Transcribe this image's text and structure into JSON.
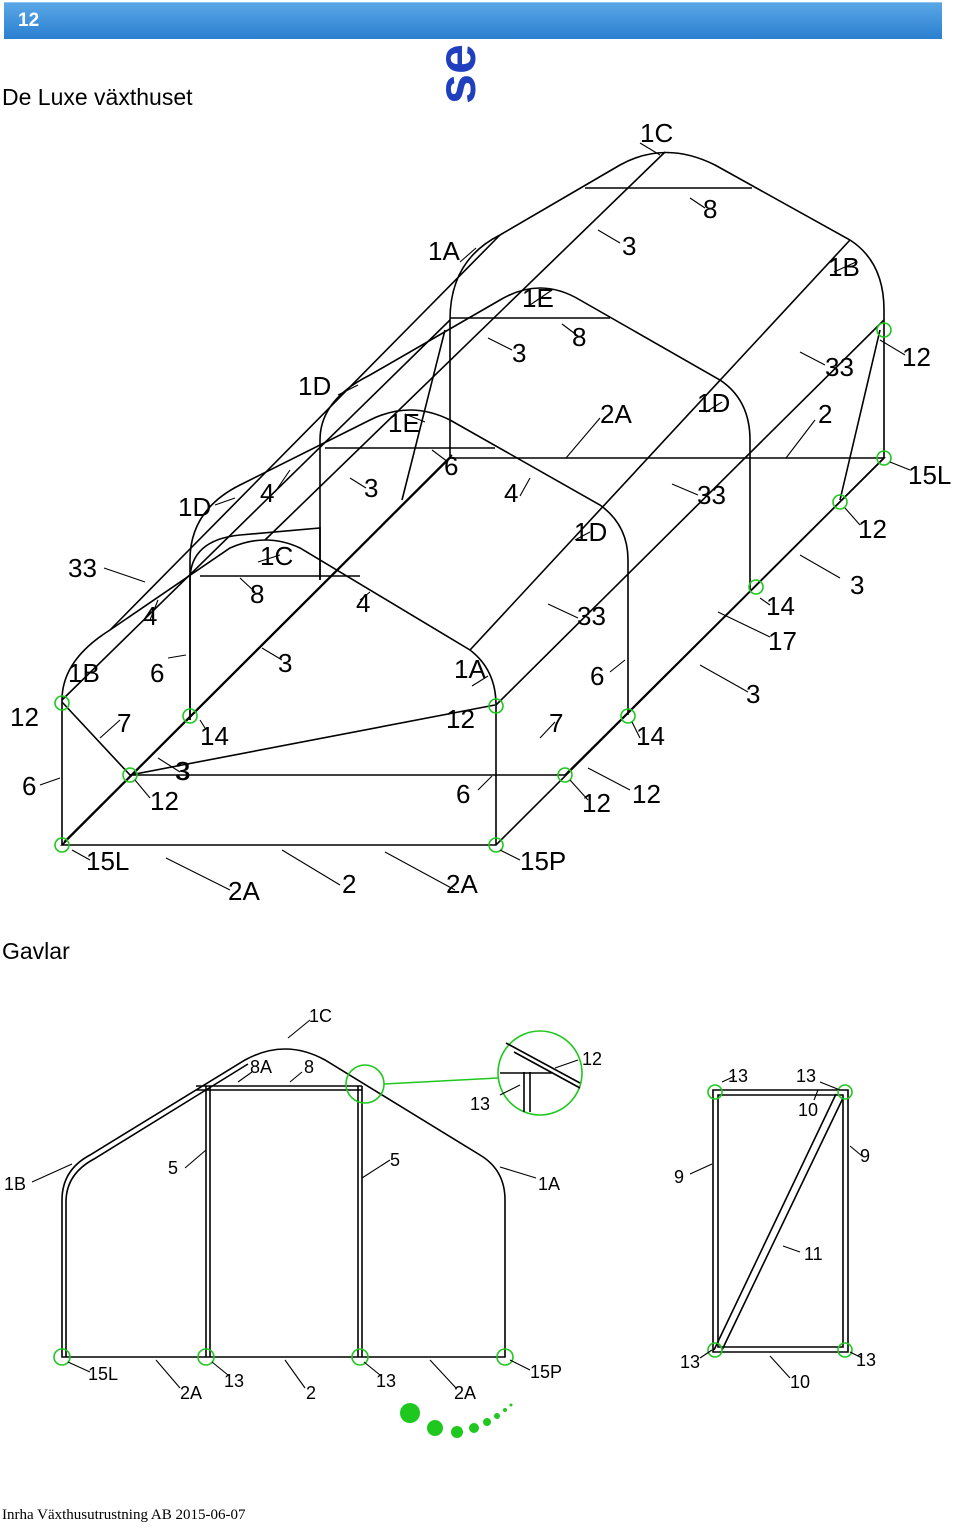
{
  "header": {
    "page_number": "12",
    "accent": "#2a7fd0"
  },
  "title": "De Luxe växthuset",
  "watermark": "se",
  "section_gables": "Gavlar",
  "footer": "Inrha Växthusutrustning AB 2015-06-07",
  "iso_labels": [
    "1C",
    "8",
    "3",
    "1A",
    "1B",
    "1E",
    "8",
    "3",
    "12",
    "33",
    "1D",
    "1D",
    "2A",
    "2",
    "1E",
    "6",
    "15L",
    "3",
    "4",
    "33",
    "1D",
    "4",
    "12",
    "1D",
    "33",
    "3",
    "1C",
    "8",
    "4",
    "33",
    "14",
    "17",
    "4",
    "1B",
    "6",
    "3",
    "1A",
    "6",
    "12",
    "7",
    "14",
    "12",
    "7",
    "3",
    "6",
    "12",
    "14",
    "3",
    "12",
    "6",
    "12",
    "3",
    "15L",
    "2A",
    "2",
    "2A",
    "15P"
  ],
  "gable_labels": [
    "1C",
    "8A",
    "8",
    "12",
    "13",
    "1B",
    "5",
    "5",
    "1A",
    "15L",
    "2A",
    "13",
    "2",
    "13",
    "2A",
    "15P"
  ],
  "door_labels": [
    "13",
    "13",
    "10",
    "9",
    "9",
    "11",
    "13",
    "10",
    "13"
  ],
  "colors": {
    "marker": "#1ec81e",
    "line": "#000000"
  }
}
